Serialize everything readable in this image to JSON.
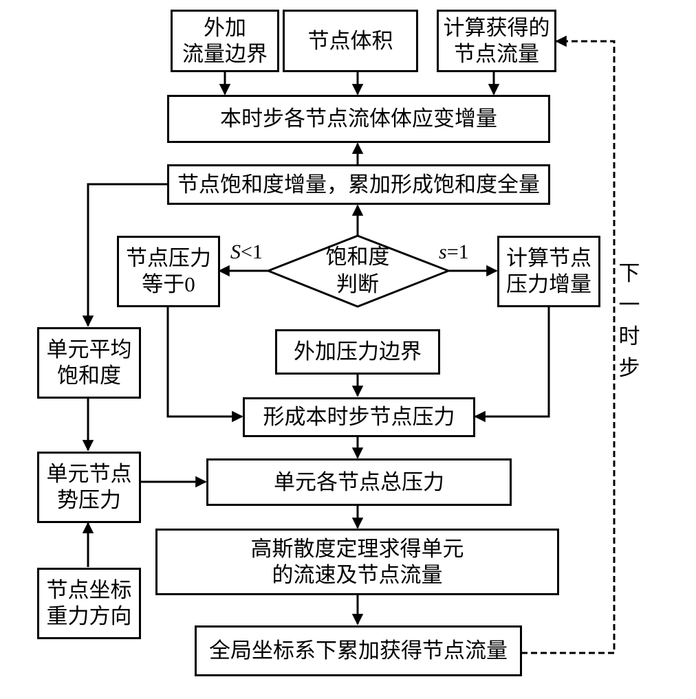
{
  "diagram": {
    "type": "flowchart",
    "nodes": {
      "ext_flow_boundary": "外加\n流量边界",
      "node_volume": "节点体积",
      "computed_node_flow": "计算获得的\n节点流量",
      "strain_increment": "本时步各节点流体体应变增量",
      "saturation_increment": "节点饱和度增量，累加形成饱和度全量",
      "pressure_zero": "节点压力\n等于0",
      "saturation_decision": "饱和度\n判断",
      "pressure_increment": "计算节点\n压力增量",
      "element_avg_saturation": "单元平均\n饱和度",
      "ext_pressure_boundary": "外加压力边界",
      "form_node_pressure": "形成本时步节点压力",
      "element_potential_pressure": "单元节点\n势压力",
      "element_total_pressure": "单元各节点总压力",
      "gauss_divergence": "高斯散度定理求得单元\n的流速及节点流量",
      "node_coords_gravity": "节点坐标\n重力方向",
      "global_accumulate": "全局坐标系下累加获得节点流量"
    },
    "edge_labels": {
      "s_less_var": "S",
      "s_less_rest": "<1",
      "s_eq_var": "s",
      "s_eq_rest": "=1",
      "next_step": "下\n一\n时\n步"
    },
    "edges": [
      {
        "from": "ext_flow_boundary",
        "to": "strain_increment",
        "style": "solid"
      },
      {
        "from": "node_volume",
        "to": "strain_increment",
        "style": "solid"
      },
      {
        "from": "computed_node_flow",
        "to": "strain_increment",
        "style": "solid"
      },
      {
        "from": "saturation_increment",
        "to": "strain_increment",
        "style": "solid"
      },
      {
        "from": "saturation_decision",
        "to": "saturation_increment",
        "style": "solid"
      },
      {
        "from": "saturation_decision",
        "to": "pressure_zero",
        "label": "S<1",
        "style": "solid"
      },
      {
        "from": "saturation_decision",
        "to": "pressure_increment",
        "label": "s=1",
        "style": "solid"
      },
      {
        "from": "saturation_increment",
        "to": "element_avg_saturation",
        "style": "solid"
      },
      {
        "from": "pressure_zero",
        "to": "form_node_pressure",
        "style": "solid"
      },
      {
        "from": "pressure_increment",
        "to": "form_node_pressure",
        "style": "solid"
      },
      {
        "from": "ext_pressure_boundary",
        "to": "form_node_pressure",
        "style": "solid"
      },
      {
        "from": "form_node_pressure",
        "to": "element_total_pressure",
        "style": "solid"
      },
      {
        "from": "element_avg_saturation",
        "to": "element_potential_pressure",
        "style": "solid"
      },
      {
        "from": "node_coords_gravity",
        "to": "element_potential_pressure",
        "style": "solid"
      },
      {
        "from": "element_potential_pressure",
        "to": "element_total_pressure",
        "style": "solid"
      },
      {
        "from": "element_total_pressure",
        "to": "gauss_divergence",
        "style": "solid"
      },
      {
        "from": "gauss_divergence",
        "to": "global_accumulate",
        "style": "solid"
      },
      {
        "from": "global_accumulate",
        "to": "computed_node_flow",
        "label": "下一时步",
        "style": "dashed"
      }
    ]
  }
}
